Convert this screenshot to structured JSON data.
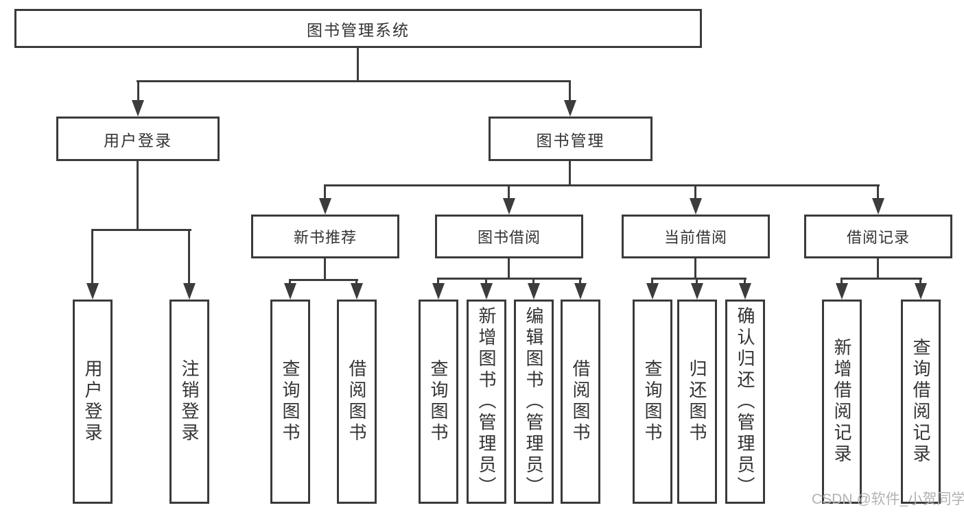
{
  "diagram": {
    "type": "functional-structure-tree",
    "nodes": {
      "root": {
        "label": "图书管理系统"
      },
      "user_login": {
        "label": "用户登录"
      },
      "book_management": {
        "label": "图书管理"
      },
      "new_book": {
        "label": "新书推荐"
      },
      "book_borrow": {
        "label": "图书借阅"
      },
      "current_borrow": {
        "label": "当前借阅"
      },
      "borrow_record": {
        "label": "借阅记录"
      },
      "leaves": {
        "user_login": [
          "用户登录",
          "注销登录"
        ],
        "new_book": [
          "查询图书",
          "借阅图书"
        ],
        "book_borrow": [
          "查询图书",
          "新增图书（管理员）",
          "编辑图书（管理员）",
          "借阅图书"
        ],
        "current_borrow": [
          "查询图书",
          "归还图书",
          "确认归还（管理员）"
        ],
        "borrow_record": [
          "新增借阅记录",
          "查询借阅记录"
        ]
      }
    },
    "edges": [
      "图书管理系统→用户登录",
      "图书管理系统→图书管理",
      "用户登录→用户登录",
      "用户登录→注销登录",
      "图书管理→新书推荐",
      "图书管理→图书借阅",
      "图书管理→当前借阅",
      "图书管理→借阅记录",
      "新书推荐→查询图书",
      "新书推荐→借阅图书",
      "图书借阅→查询图书",
      "图书借阅→新增图书（管理员）",
      "图书借阅→编辑图书（管理员）",
      "图书借阅→借阅图书",
      "当前借阅→查询图书",
      "当前借阅→归还图书",
      "当前借阅→确认归还（管理员）",
      "借阅记录→新增借阅记录",
      "借阅记录→查询借阅记录"
    ],
    "watermark": {
      "text": "CSDN @软件_小贺同学"
    },
    "colors": {
      "line": "#3c3c3c",
      "box_border": "#3a3a3a",
      "text": "#333333",
      "watermark": "#b2b2b2",
      "background": "#ffffff"
    }
  }
}
